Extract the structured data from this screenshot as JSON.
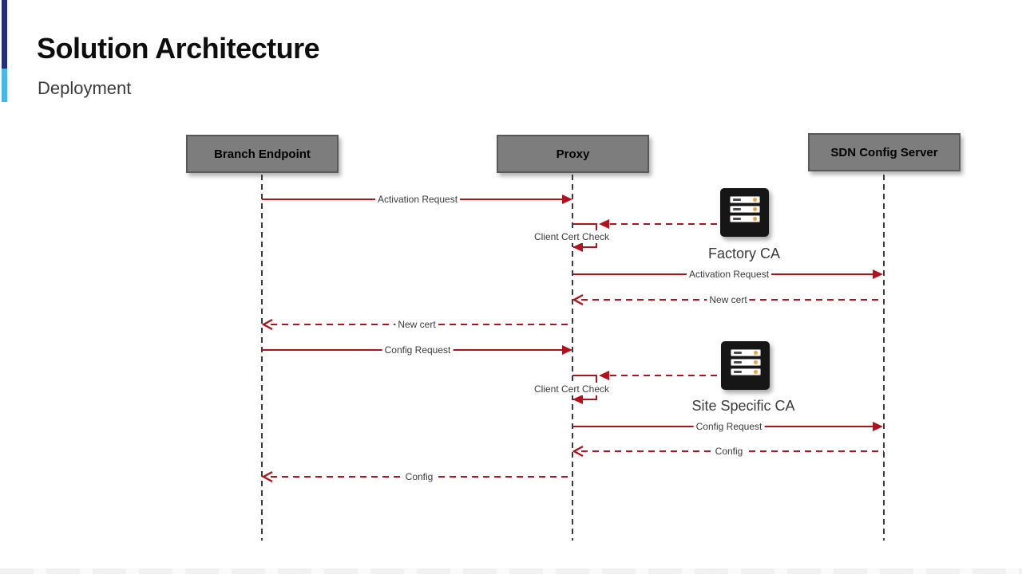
{
  "slide": {
    "title": "Solution Architecture",
    "subtitle": "Deployment"
  },
  "colors": {
    "accent_navy": "#252e7c",
    "accent_light_blue": "#47b7e9",
    "actor_fill": "#7d7d7d",
    "actor_border": "#595959",
    "message_red": "#b1121b",
    "lifeline_gray": "#3b3b3b",
    "server_led_orange": "#f0a23c"
  },
  "diagram": {
    "actors": [
      {
        "label": "Branch Endpoint"
      },
      {
        "label": "Proxy"
      },
      {
        "label": "SDN Config Server"
      }
    ],
    "messages": [
      {
        "label": "Activation Request",
        "from": "Branch Endpoint",
        "to": "Proxy",
        "style": "solid"
      },
      {
        "label": "Client Cert Check",
        "from": "Proxy",
        "to": "Factory CA",
        "style": "dashed-loop"
      },
      {
        "label": "Activation Request",
        "from": "Proxy",
        "to": "SDN Config Server",
        "style": "solid"
      },
      {
        "label": "New cert",
        "from": "SDN Config Server",
        "to": "Proxy",
        "style": "dashed"
      },
      {
        "label": "New cert",
        "from": "Proxy",
        "to": "Branch Endpoint",
        "style": "dashed"
      },
      {
        "label": "Config Request",
        "from": "Branch Endpoint",
        "to": "Proxy",
        "style": "solid"
      },
      {
        "label": "Client Cert Check",
        "from": "Proxy",
        "to": "Site Specific CA",
        "style": "dashed-loop"
      },
      {
        "label": "Config Request",
        "from": "Proxy",
        "to": "SDN Config Server",
        "style": "solid"
      },
      {
        "label": "Config",
        "from": "SDN Config Server",
        "to": "Proxy",
        "style": "dashed"
      },
      {
        "label": "Config",
        "from": "Proxy",
        "to": "Branch Endpoint",
        "style": "dashed"
      }
    ],
    "ca_nodes": [
      {
        "label": "Factory CA",
        "icon": "server-icon"
      },
      {
        "label": "Site Specific CA",
        "icon": "server-icon"
      }
    ]
  }
}
